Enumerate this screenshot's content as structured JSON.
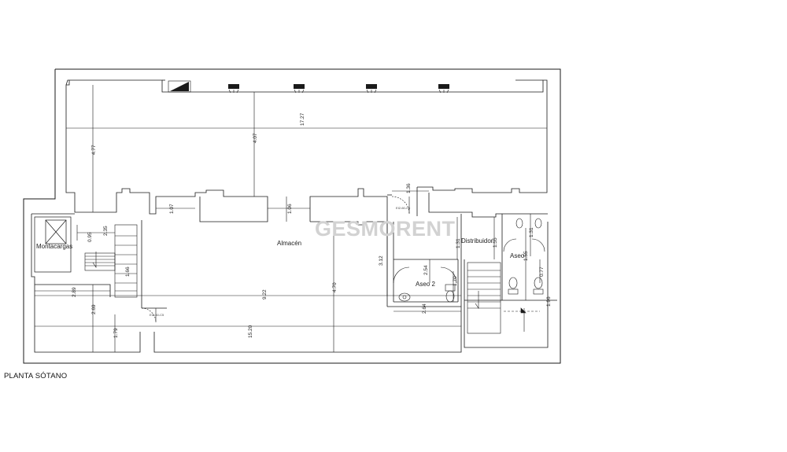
{
  "caption": "PLANTA SÓTANO",
  "watermark": "GESMORENT",
  "rooms": {
    "almacen": "Almacén",
    "distribuidor": "Distribuidor",
    "montacargas": "Montacargas",
    "aseo2": "Aseo 2",
    "aseo1": "Aseo"
  },
  "door_labels": {
    "d1": "EI2-60-C5",
    "d2": "EI2-60-C5"
  },
  "dimensions": {
    "w_17_27": "17.27",
    "h_4_77": "4.77",
    "h_4_07": "4.07",
    "w_1_07": "1.07",
    "w_1_06": "1.06",
    "w_1_36": "1.36",
    "w_2_35": "2.35",
    "h_0_95": "0.95",
    "h_1_66": "1.66",
    "w_2_89": "2.89",
    "h_2_69": "2.69",
    "w_9_22": "9.22",
    "h_4_70": "4.70",
    "h_3_12": "3.12",
    "h_2_54": "2.54",
    "h_1_70": "1.70",
    "w_2_64": "2.64",
    "h_1_31a": "1.31",
    "h_1_55a": "1.55",
    "h_1_31b": "1.31",
    "h_1_55b": "1.55",
    "h_0_77": "0.77",
    "h_1_79": "1.79",
    "w_15_20": "15.20",
    "h_1_96": "1.96"
  },
  "colors": {
    "line": "#1a1a1a",
    "watermark": "#d2d2d2"
  }
}
